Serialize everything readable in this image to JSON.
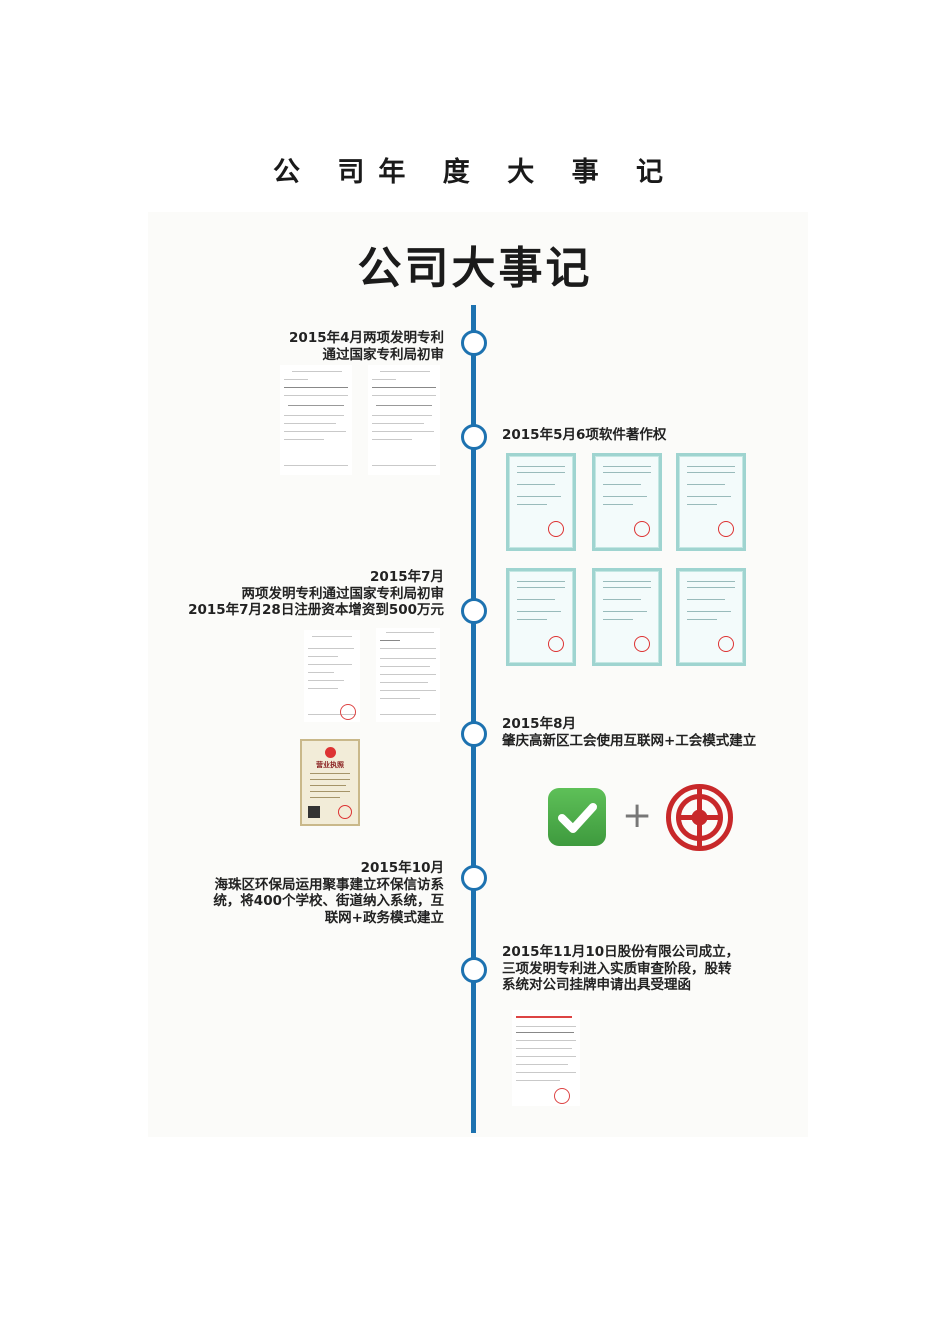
{
  "page": {
    "heading": "公 司年 度 大 事 记",
    "title": "公司大事记"
  },
  "events": [
    {
      "lines": [
        "2015年4月两项发明专利",
        "通过国家专利局初审"
      ]
    },
    {
      "lines": [
        "2015年5月6项软件著作权"
      ]
    },
    {
      "lines": [
        "2015年7月",
        "两项发明专利通过国家专利局初审",
        "2015年7月28日注册资本增资到500万元"
      ]
    },
    {
      "lines": [
        "2015年8月",
        "肇庆高新区工会使用互联网+工会模式建立"
      ]
    },
    {
      "lines": [
        "2015年10月",
        "海珠区环保局运用聚事建立环保信访系",
        "统，将400个学校、街道纳入系统，互",
        "联网+政务模式建立"
      ]
    },
    {
      "lines": [
        "2015年11月10日股份有限公司成立，",
        "三项发明专利进入实质审查阶段，股转",
        "系统对公司挂牌申请出具受理函"
      ]
    }
  ],
  "license": {
    "title": "营业执照"
  },
  "logos": {
    "plus": "+"
  },
  "colors": {
    "timeline": "#1d72b0",
    "seal": "#dd3333",
    "union": "#c8282a",
    "check": "#4caf50"
  }
}
